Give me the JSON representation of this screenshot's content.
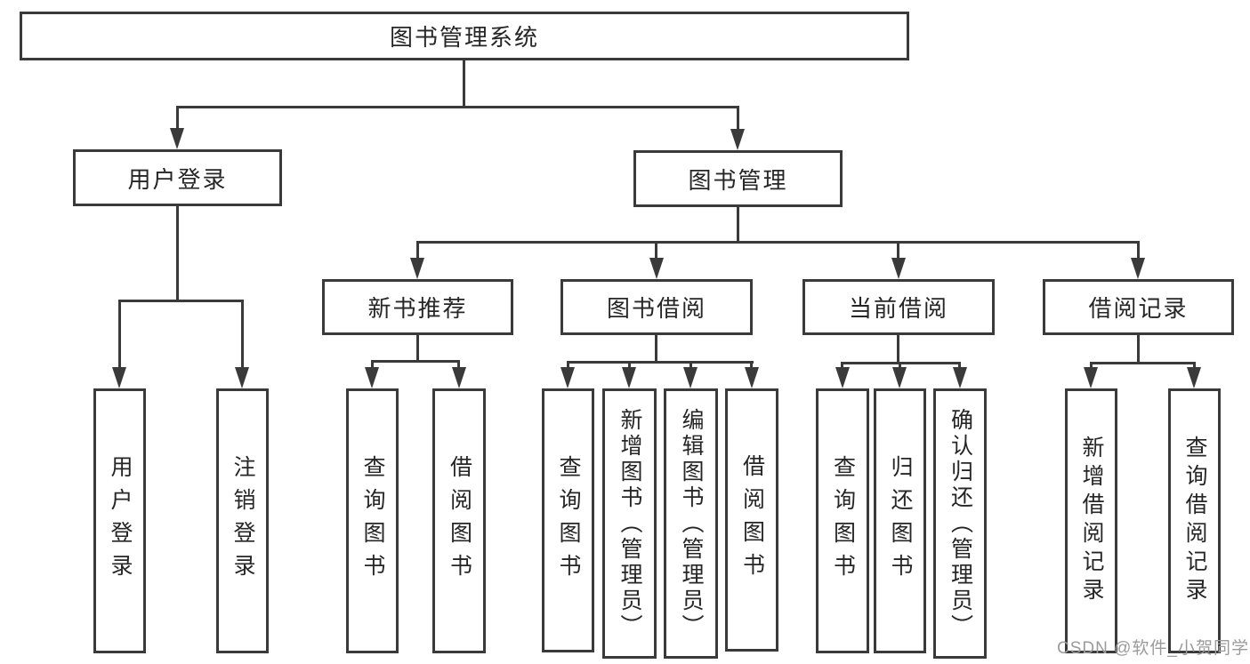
{
  "colors": {
    "line": "#3a3a3a",
    "box_border": "#3a3a3a",
    "text": "#262626",
    "background": "#ffffff",
    "watermark": "#9b9b9b"
  },
  "diagram": {
    "root": {
      "label": "图书管理系统"
    },
    "branches": [
      {
        "label": "用户登录",
        "children": [
          {
            "label": "用户登录"
          },
          {
            "label": "注销登录"
          }
        ]
      },
      {
        "label": "图书管理",
        "children": [
          {
            "label": "新书推荐",
            "children": [
              {
                "label": "查询图书"
              },
              {
                "label": "借阅图书"
              }
            ]
          },
          {
            "label": "图书借阅",
            "children": [
              {
                "label": "查询图书"
              },
              {
                "label": "新增图书（管理员）"
              },
              {
                "label": "编辑图书（管理员）"
              },
              {
                "label": "借阅图书"
              }
            ]
          },
          {
            "label": "当前借阅",
            "children": [
              {
                "label": "查询图书"
              },
              {
                "label": "归还图书"
              },
              {
                "label": "确认归还（管理员）"
              }
            ]
          },
          {
            "label": "借阅记录",
            "children": [
              {
                "label": "新增借阅记录"
              },
              {
                "label": "查询借阅记录"
              }
            ]
          }
        ]
      }
    ]
  },
  "watermark": {
    "text": "CSDN @软件_小贺同学"
  }
}
